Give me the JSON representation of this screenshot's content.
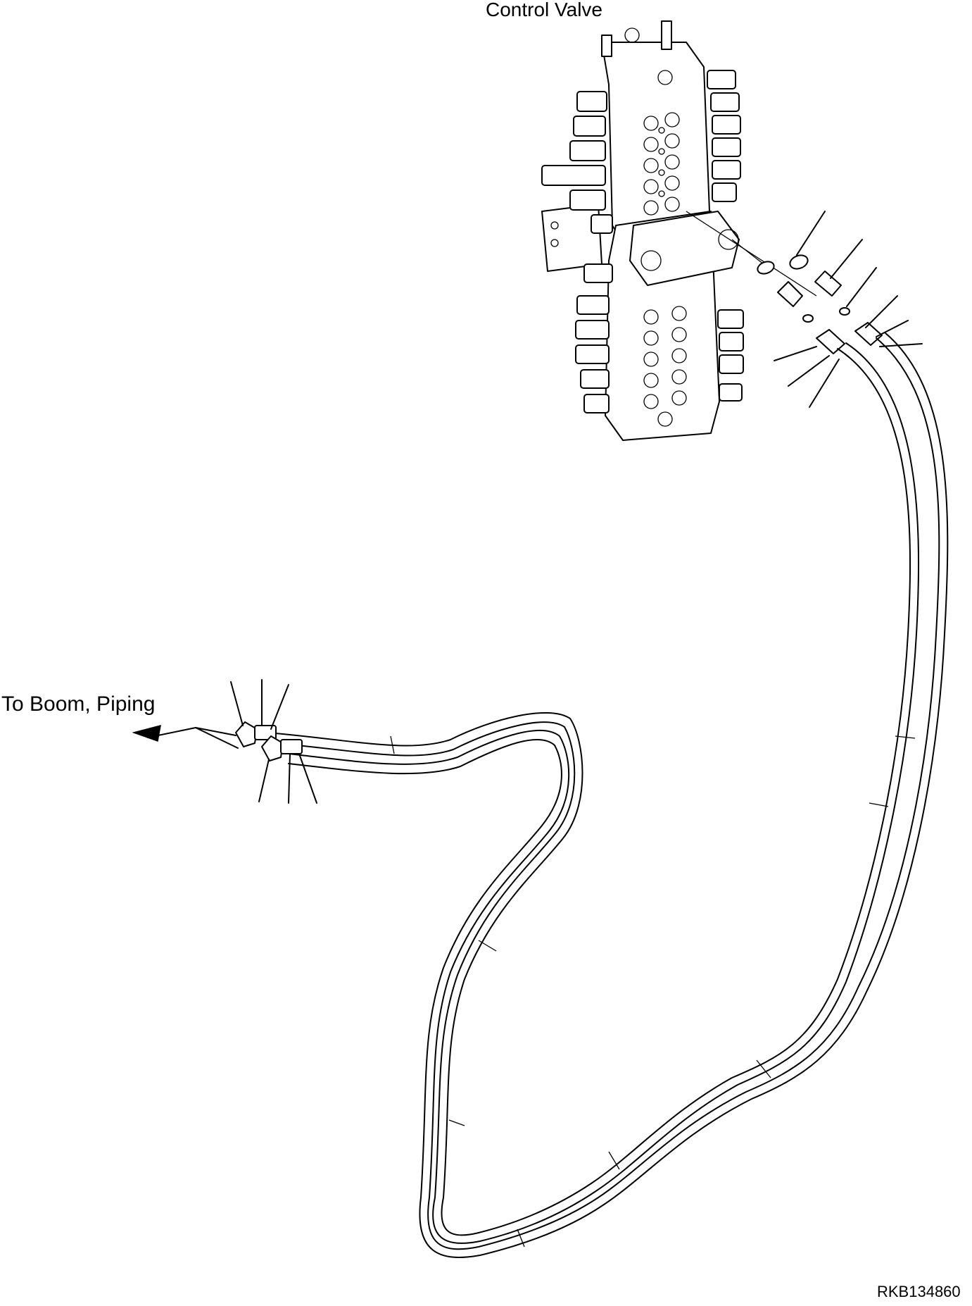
{
  "labels": {
    "control_valve": "Control Valve",
    "to_boom_piping": "To Boom, Piping",
    "drawing_code": "RKB134860"
  },
  "colors": {
    "line": "#000000",
    "background": "#ffffff"
  }
}
